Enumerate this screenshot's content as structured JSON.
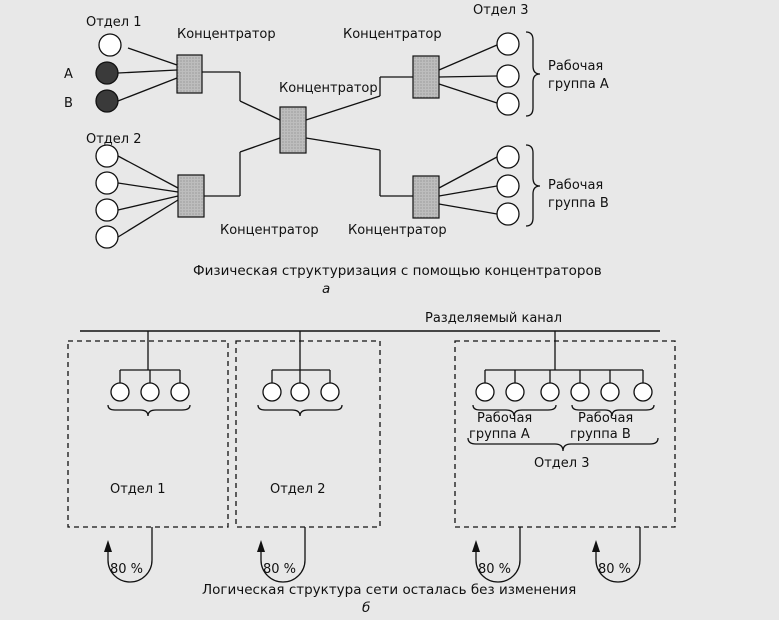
{
  "top": {
    "dept1_label": "Отдел 1",
    "dept2_label": "Отдел 2",
    "dept3_label": "Отдел 3",
    "node_a_label": "A",
    "node_b_label": "B",
    "hub_left_top": "Концентратор",
    "hub_center": "Концентратор",
    "hub_right_top": "Концентратор",
    "hub_left_bottom": "Концентратор",
    "hub_right_bottom": "Концентратор",
    "workgroup_a": [
      "Рабочая",
      "группа А"
    ],
    "workgroup_b": [
      "Рабочая",
      "группа В"
    ],
    "caption": "Физическая структуризация с помощью концентраторов",
    "caption_letter": "а"
  },
  "bottom": {
    "shared_channel": "Разделяемый канал",
    "dept1_label": "Отдел 1",
    "dept2_label": "Отдел 2",
    "dept3_label": "Отдел 3",
    "workgroup_a": [
      "Рабочая",
      "группа А"
    ],
    "workgroup_b": [
      "Рабочая",
      "группа В"
    ],
    "percent_1": "80 %",
    "percent_2": "80 %",
    "percent_3": "80 %",
    "percent_4": "80 %",
    "caption": "Логическая структура сети осталась без изменения",
    "caption_letter": "б"
  },
  "colors": {
    "node_filled": "#3a3a3a",
    "hub_fill": "#b3b3b3",
    "line": "#111111"
  }
}
